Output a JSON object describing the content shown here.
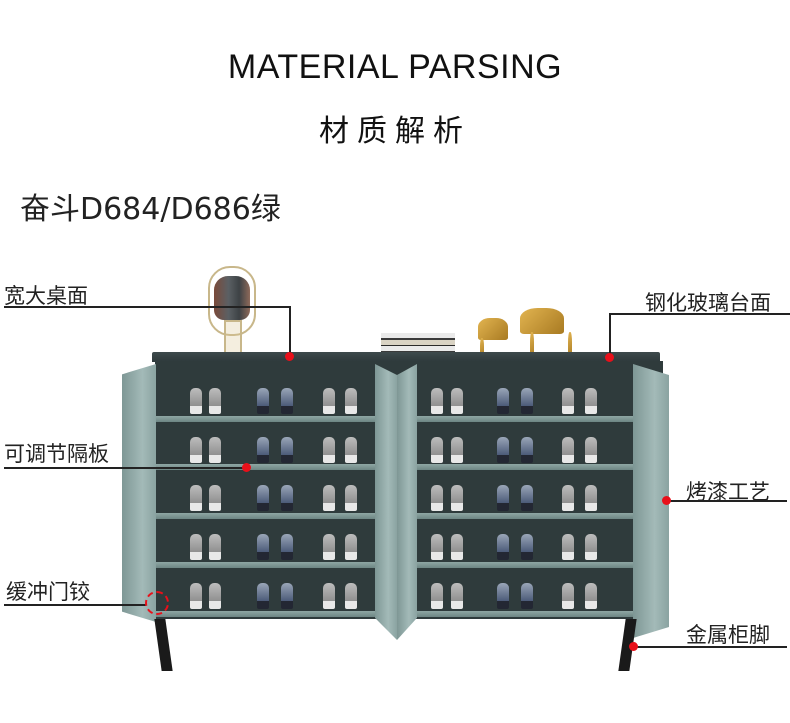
{
  "header": {
    "title_en": "MATERIAL PARSING",
    "title_cn": "材质解析"
  },
  "product": {
    "model": "奋斗D684/D686绿"
  },
  "callouts": {
    "wide_top": "宽大桌面",
    "tempered_glass_top": "钢化玻璃台面",
    "adjustable_shelf": "可调节隔板",
    "paint_process": "烤漆工艺",
    "soft_close_hinge": "缓冲门铰",
    "metal_legs": "金属柜脚"
  },
  "colors": {
    "accent_dot": "#e8101a",
    "cabinet_green": "#9db4b2"
  }
}
